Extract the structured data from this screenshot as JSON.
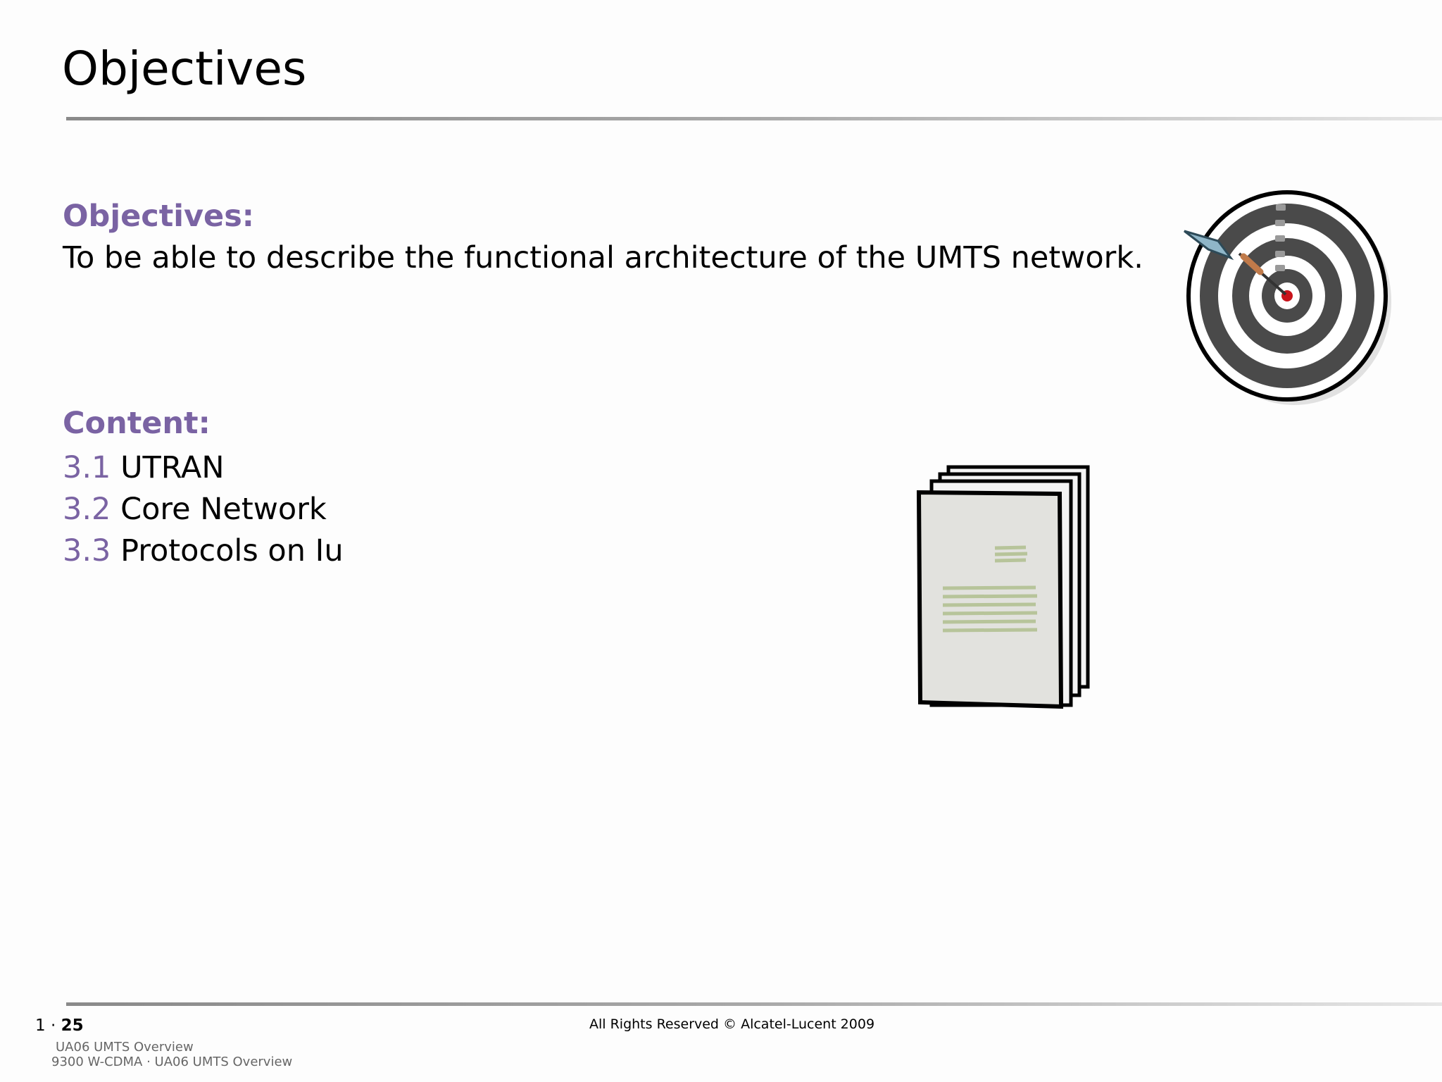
{
  "slide": {
    "title": "Objectives",
    "objectives_heading": "Objectives:",
    "objective_text": "To be able to describe the functional architecture of the UMTS network.",
    "content_heading": "Content:",
    "content_items": [
      {
        "number": "3.1",
        "label": "UTRAN"
      },
      {
        "number": "3.2",
        "label": "Core Network"
      },
      {
        "number": "3.3",
        "label": "Protocols on Iu"
      }
    ]
  },
  "footer": {
    "chapter": "1",
    "separator": "·",
    "page": "25",
    "copyright": "All Rights Reserved © Alcatel-Lucent 2009",
    "course_line_1": "UA06 UMTS Overview",
    "course_line_2": "9300 W-CDMA · UA06 UMTS Overview"
  },
  "colors": {
    "accent_purple": "#7a63a3",
    "rule_gray": "#8a8a8a"
  },
  "icons": [
    "dartboard-target-icon",
    "document-stack-icon"
  ]
}
